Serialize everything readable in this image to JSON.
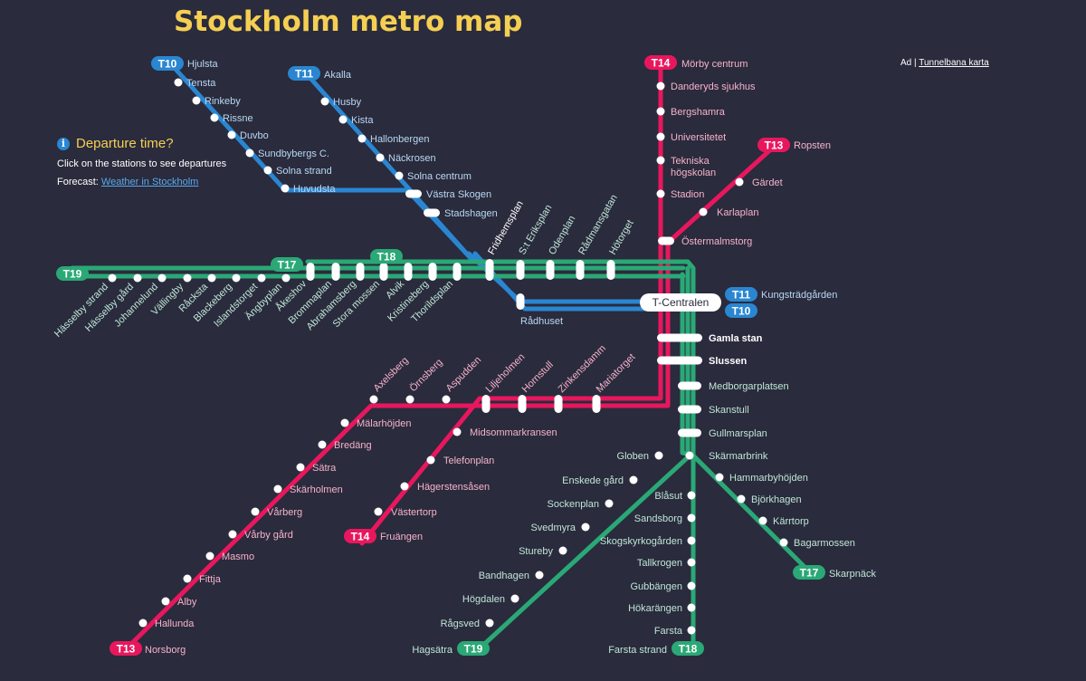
{
  "title": "Stockholm metro map",
  "ad": {
    "prefix": "Ad |",
    "link": "Tunnelbana karta"
  },
  "info": {
    "heading": "Departure time?",
    "text": "Click on the stations to see departures",
    "forecast_label": "Forecast:",
    "forecast_link": "Weather in Stockholm"
  },
  "colors": {
    "background": "#2a2b3d",
    "blue": "#2a86d1",
    "red": "#e8175d",
    "green": "#2aa876",
    "title": "#f5cf52"
  },
  "badges": [
    {
      "id": "T10-top",
      "text": "T10",
      "line": "blue"
    },
    {
      "id": "T11-top",
      "text": "T11",
      "line": "blue"
    },
    {
      "id": "T14-top",
      "text": "T14",
      "line": "red"
    },
    {
      "id": "T13-top",
      "text": "T13",
      "line": "red"
    },
    {
      "id": "T19-left",
      "text": "T19",
      "line": "green"
    },
    {
      "id": "T17-mid",
      "text": "T17",
      "line": "green"
    },
    {
      "id": "T18-mid",
      "text": "T18",
      "line": "green"
    },
    {
      "id": "T11-right",
      "text": "T11",
      "line": "blue"
    },
    {
      "id": "T10-right",
      "text": "T10",
      "line": "blue"
    },
    {
      "id": "T14-bottom",
      "text": "T14",
      "line": "red"
    },
    {
      "id": "T13-bottom",
      "text": "T13",
      "line": "red"
    },
    {
      "id": "T19-bottom",
      "text": "T19",
      "line": "green"
    },
    {
      "id": "T18-bottom",
      "text": "T18",
      "line": "green"
    },
    {
      "id": "T17-bottom",
      "text": "T17",
      "line": "green"
    }
  ],
  "stations": {
    "blue_t10": [
      "Hjulsta",
      "Tensta",
      "Rinkeby",
      "Rissne",
      "Duvbo",
      "Sundbybergs C.",
      "Solna strand",
      "Huvudsta"
    ],
    "blue_t11": [
      "Akalla",
      "Husby",
      "Kista",
      "Hallonbergen",
      "Näckrosen",
      "Solna centrum"
    ],
    "blue_shared": [
      "Västra Skogen",
      "Stadshagen",
      "Rådhuset"
    ],
    "kungstradgarden": "Kungsträdgården",
    "t_centralen": "T-Centralen",
    "red_t14_north": [
      "Mörby centrum",
      "Danderyds sjukhus",
      "Bergshamra",
      "Universitetet",
      "Tekniska högskolan",
      "Stadion"
    ],
    "red_t13_north": [
      "Ropsten",
      "Gärdet",
      "Karlaplan"
    ],
    "ostermalmstorg": "Östermalmstorg",
    "green_west": [
      "Hässelby strand",
      "Hässelby gård",
      "Johannelund",
      "Vällingby",
      "Råcksta",
      "Blackeberg",
      "Islandstorget",
      "Ängbyplan",
      "Åkeshov",
      "Brommaplan",
      "Abrahamsberg",
      "Stora mossen",
      "Alvik",
      "Kristineberg",
      "Thorildsplan"
    ],
    "fridhemsplan": "Fridhemsplan",
    "green_center": [
      "S:t Eriksplan",
      "Odenplan",
      "Rådmansgatan",
      "Hötorget"
    ],
    "trunk": [
      "Gamla stan",
      "Slussen"
    ],
    "green_south_trunk": [
      "Medborgarplatsen",
      "Skanstull",
      "Gullmarsplan",
      "Skärmarbrink"
    ],
    "red_south_trunk": [
      "Mariatorget",
      "Zinkensdamm",
      "Hornstull",
      "Liljeholmen"
    ],
    "red_t13_south": [
      "Aspudden",
      "Örnsberg",
      "Axelsberg",
      "Mälarhöjden",
      "Bredäng",
      "Sätra",
      "Skärholmen",
      "Vårberg",
      "Vårby gård",
      "Masmo",
      "Fittja",
      "Alby",
      "Hallunda",
      "Norsborg"
    ],
    "red_t14_south": [
      "Midsommarkransen",
      "Telefonplan",
      "Hägerstensåsen",
      "Västertorp",
      "Fruängen"
    ],
    "green_t19_south": [
      "Globen",
      "Enskede gård",
      "Sockenplan",
      "Svedmyra",
      "Stureby",
      "Bandhagen",
      "Högdalen",
      "Rågsved",
      "Hagsätra"
    ],
    "green_t18_south": [
      "Blåsut",
      "Sandsborg",
      "Skogskyrkogården",
      "Tallkrogen",
      "Gubbängen",
      "Hökarängen",
      "Farsta",
      "Farsta strand"
    ],
    "green_t17_south": [
      "Hammarbyhöjden",
      "Björkhagen",
      "Kärrtorp",
      "Bagarmossen",
      "Skarpnäck"
    ]
  }
}
